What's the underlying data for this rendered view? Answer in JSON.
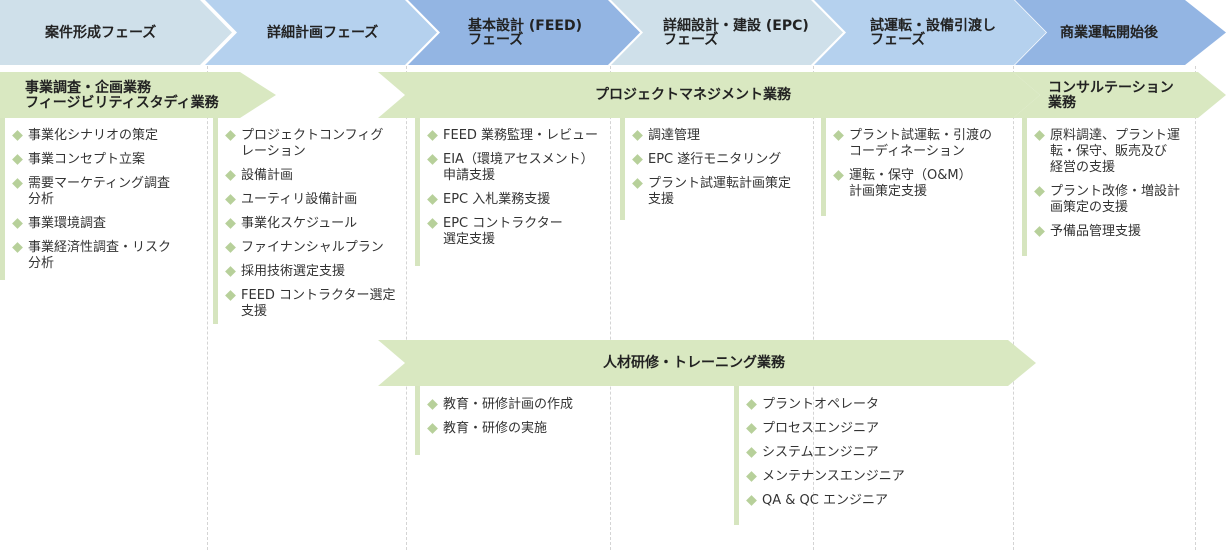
{
  "colors": {
    "phase_light": "#cfe0ea",
    "phase_mid": "#b5d1ee",
    "phase_strong": "#93b5e3",
    "band_green": "#d9e8c1",
    "bullet_green": "#b7d09a"
  },
  "phases": [
    {
      "label": "案件形成フェーズ"
    },
    {
      "label": "詳細計画フェーズ"
    },
    {
      "label": "基本設計 (FEED)\nフェーズ"
    },
    {
      "label": "詳細設計・建設 (EPC)\nフェーズ"
    },
    {
      "label": "試運転・設備引渡し\nフェーズ"
    },
    {
      "label": "商業運転開始後"
    }
  ],
  "bands": {
    "feasibility": "事業調査・企画業務\nフィージビリティスタディ業務",
    "project_management": "プロジェクトマネジメント業務",
    "consultation": "コンサルテーション\n業務",
    "training": "人材研修・トレーニング業務"
  },
  "columns": {
    "col1": [
      "事業化シナリオの策定",
      "事業コンセプト立案",
      "需要マーケティング調査\n分析",
      "事業環境調査",
      "事業経済性調査・リスク\n分析"
    ],
    "col2": [
      "プロジェクトコンフィグ\nレーション",
      "設備計画",
      "ユーティリ設備計画",
      "事業化スケジュール",
      "ファイナンシャルプラン",
      "採用技術選定支援",
      "FEED コントラクター選定\n支援"
    ],
    "col3": [
      "FEED 業務監理・レビュー",
      "EIA（環境アセスメント）\n申請支援",
      "EPC 入札業務支援",
      "EPC コントラクター\n選定支援"
    ],
    "col4": [
      "調達管理",
      "EPC 遂行モニタリング",
      "プラント試運転計画策定\n支援"
    ],
    "col5": [
      "プラント試運転・引渡の\nコーディネーション",
      "運転・保守（O&M）\n計画策定支援"
    ],
    "col6": [
      "原料調達、プラント運\n転・保守、販売及び\n経営の支援",
      "プラント改修・増設計\n画策定の支援",
      "予備品管理支援"
    ],
    "training_left": [
      "教育・研修計画の作成",
      "教育・研修の実施"
    ],
    "training_right": [
      "プラントオペレータ",
      "プロセスエンジニア",
      "システムエンジニア",
      "メンテナンスエンジニア",
      "QA & QC エンジニア"
    ]
  }
}
